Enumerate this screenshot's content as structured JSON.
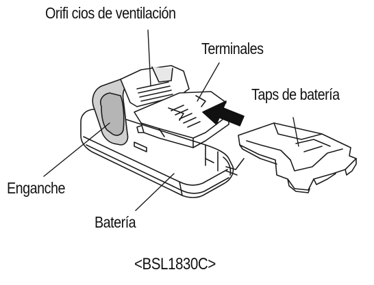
{
  "labels": {
    "vents": "Orifi cios de ventilación",
    "terminals": "Terminales",
    "cover": "Taps de batería",
    "hook": "Enganche",
    "battery": "Batería"
  },
  "model": "<BSL1830C>",
  "colors": {
    "line": "#1a1a1a",
    "shade": "#c8c8c8",
    "arrow": "#111111",
    "background": "#ffffff"
  }
}
